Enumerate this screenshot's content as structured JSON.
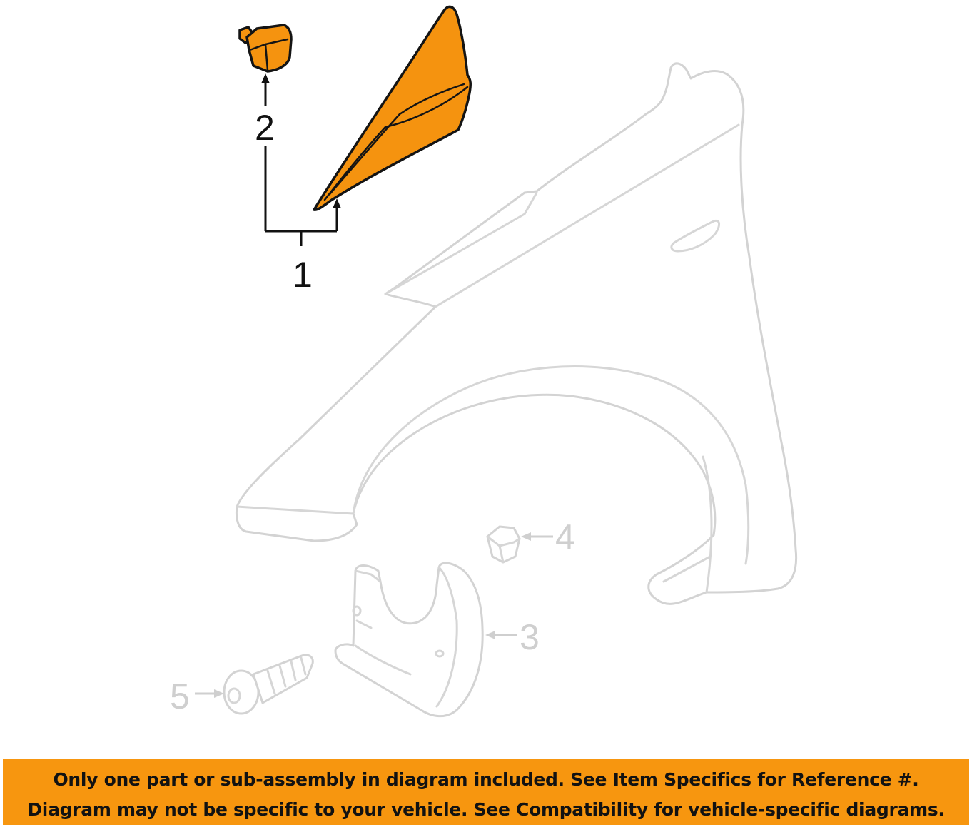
{
  "diagram": {
    "callouts": [
      {
        "id": "1",
        "label": "1",
        "highlighted": true
      },
      {
        "id": "2",
        "label": "2",
        "highlighted": true
      },
      {
        "id": "3",
        "label": "3",
        "highlighted": false
      },
      {
        "id": "4",
        "label": "4",
        "highlighted": false
      },
      {
        "id": "5",
        "label": "5",
        "highlighted": false
      }
    ],
    "colors": {
      "highlight_part": "#f5930f",
      "ghost_part_outline": "#d6d6d6",
      "active_text": "#111111",
      "ghost_text": "#cfcfcf",
      "banner_background": "#f7960f"
    }
  },
  "notice": {
    "line1": "Only one part or sub-assembly in diagram included. See Item Specifics for Reference #.",
    "line2": "Diagram may not be specific to your vehicle. See Compatibility for vehicle-specific diagrams."
  }
}
